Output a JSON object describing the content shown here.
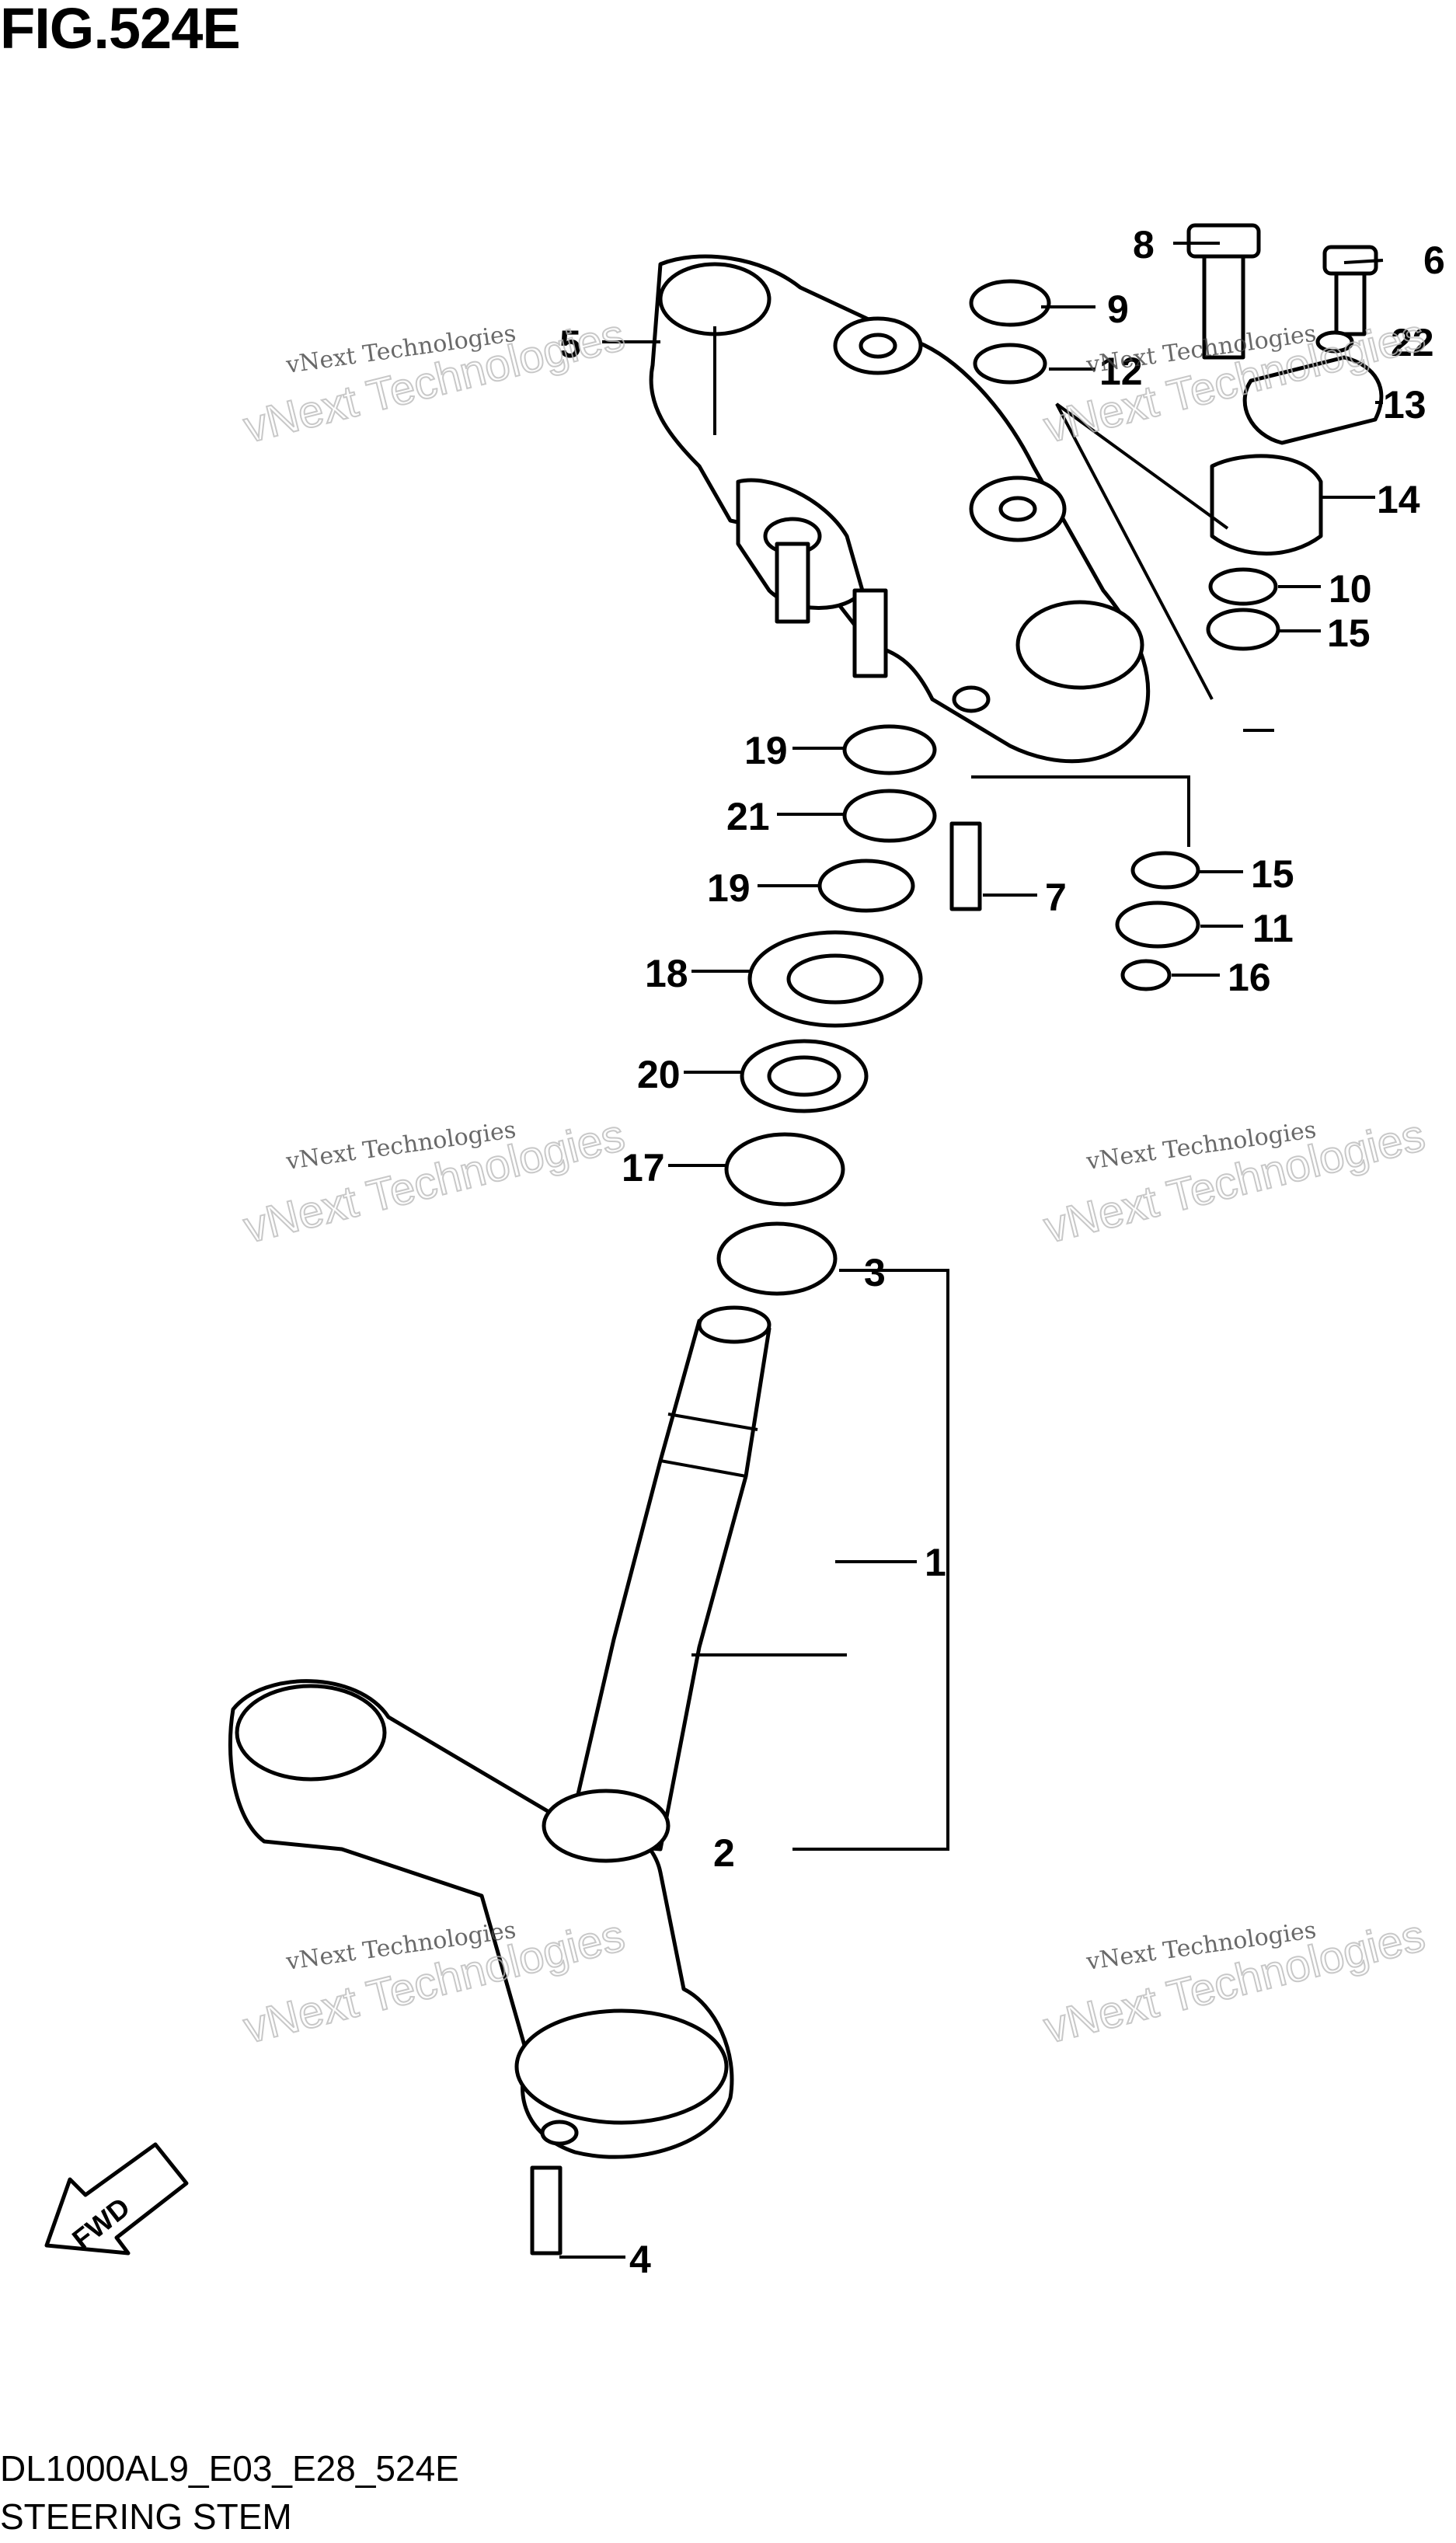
{
  "figure": {
    "title": "FIG.524E",
    "code": "DL1000AL9_E03_E28_524E",
    "name": "STEERING STEM"
  },
  "watermark": {
    "line1": "vNext Technologies",
    "line2": "vNext Technologies"
  },
  "direction_marker": "FWD",
  "callouts": [
    {
      "id": "c1",
      "label": "1"
    },
    {
      "id": "c2",
      "label": "2"
    },
    {
      "id": "c3",
      "label": "3"
    },
    {
      "id": "c4",
      "label": "4"
    },
    {
      "id": "c5",
      "label": "5"
    },
    {
      "id": "c6",
      "label": "6"
    },
    {
      "id": "c7",
      "label": "7"
    },
    {
      "id": "c8",
      "label": "8"
    },
    {
      "id": "c9",
      "label": "9"
    },
    {
      "id": "c10",
      "label": "10"
    },
    {
      "id": "c11",
      "label": "11"
    },
    {
      "id": "c12",
      "label": "12"
    },
    {
      "id": "c13",
      "label": "13"
    },
    {
      "id": "c14",
      "label": "14"
    },
    {
      "id": "c15a",
      "label": "15"
    },
    {
      "id": "c15b",
      "label": "15"
    },
    {
      "id": "c16",
      "label": "16"
    },
    {
      "id": "c17",
      "label": "17"
    },
    {
      "id": "c18",
      "label": "18"
    },
    {
      "id": "c19a",
      "label": "19"
    },
    {
      "id": "c19b",
      "label": "19"
    },
    {
      "id": "c20",
      "label": "20"
    },
    {
      "id": "c21",
      "label": "21"
    },
    {
      "id": "c22",
      "label": "22"
    }
  ]
}
